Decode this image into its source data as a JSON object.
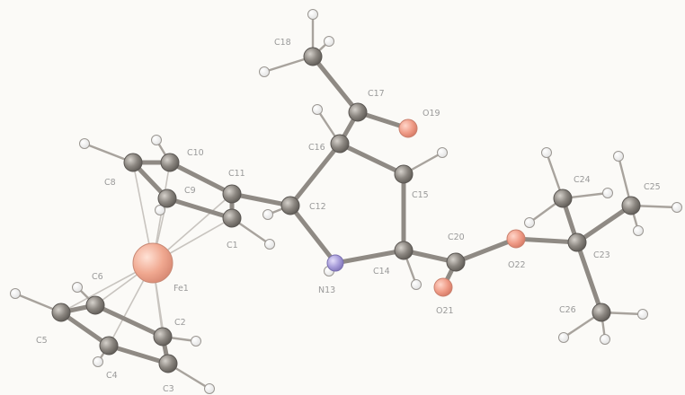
{
  "molecule": {
    "atoms": [
      {
        "id": "Fe1",
        "element": "Fe",
        "label": "Fe1"
      },
      {
        "id": "C1",
        "element": "C",
        "label": "C1"
      },
      {
        "id": "C2",
        "element": "C",
        "label": "C2"
      },
      {
        "id": "C3",
        "element": "C",
        "label": "C3"
      },
      {
        "id": "C4",
        "element": "C",
        "label": "C4"
      },
      {
        "id": "C5",
        "element": "C",
        "label": "C5"
      },
      {
        "id": "C6",
        "element": "C",
        "label": "C6"
      },
      {
        "id": "C8",
        "element": "C",
        "label": "C8"
      },
      {
        "id": "C9",
        "element": "C",
        "label": "C9"
      },
      {
        "id": "C10",
        "element": "C",
        "label": "C10"
      },
      {
        "id": "C11",
        "element": "C",
        "label": "C11"
      },
      {
        "id": "C12",
        "element": "C",
        "label": "C12"
      },
      {
        "id": "N13",
        "element": "N",
        "label": "N13"
      },
      {
        "id": "C14",
        "element": "C",
        "label": "C14"
      },
      {
        "id": "C15",
        "element": "C",
        "label": "C15"
      },
      {
        "id": "C16",
        "element": "C",
        "label": "C16"
      },
      {
        "id": "C17",
        "element": "C",
        "label": "C17"
      },
      {
        "id": "C18",
        "element": "C",
        "label": "C18"
      },
      {
        "id": "O19",
        "element": "O",
        "label": "O19"
      },
      {
        "id": "C20",
        "element": "C",
        "label": "C20"
      },
      {
        "id": "O21",
        "element": "O",
        "label": "O21"
      },
      {
        "id": "O22",
        "element": "O",
        "label": "O22"
      },
      {
        "id": "C23",
        "element": "C",
        "label": "C23"
      },
      {
        "id": "C24",
        "element": "C",
        "label": "C24"
      },
      {
        "id": "C25",
        "element": "C",
        "label": "C25"
      },
      {
        "id": "C26",
        "element": "C",
        "label": "C26"
      }
    ],
    "colors": {
      "carbon": "#8b8680",
      "iron": "#f0a890",
      "oxygen": "#ef9b86",
      "nitrogen": "#a59ad8",
      "hydrogen": "#fafafa",
      "bond": "#8f8a84",
      "label": "#9a9a9a"
    }
  }
}
